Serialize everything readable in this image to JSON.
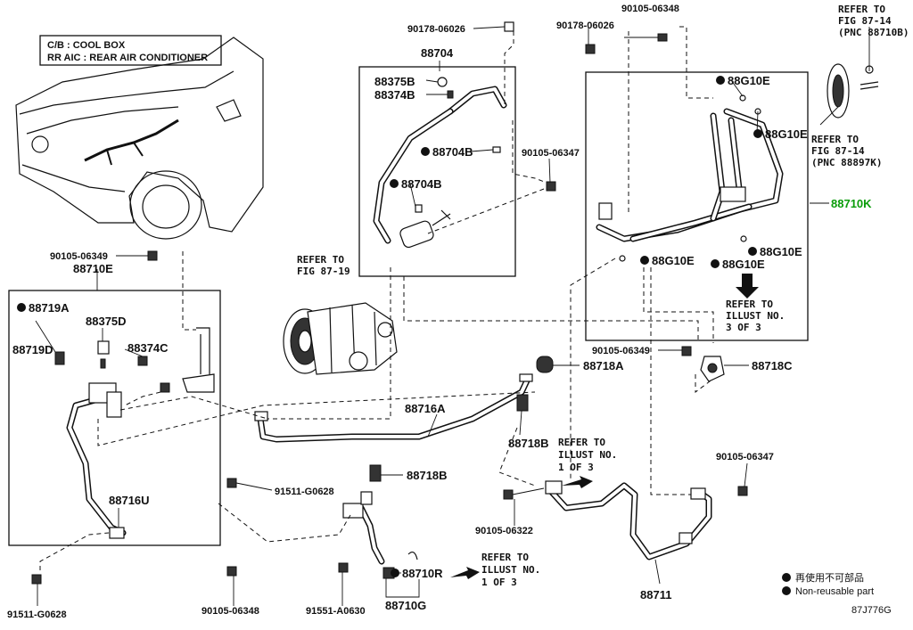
{
  "legend_box": {
    "line1": "C/B : COOL BOX",
    "line2": "RR AIC : REAR AIR CONDITIONER"
  },
  "labels": {
    "p90178_06026_a": "90178-06026",
    "p90178_06026_b": "90178-06026",
    "p90105_06348_top": "90105-06348",
    "p88704": "88704",
    "p88375B": "88375B",
    "p88374B": "88374B",
    "p88704B_a": "88704B",
    "p88704B_b": "88704B",
    "p90105_06347_a": "90105-06347",
    "p88G10E_1": "88G10E",
    "p88G10E_2": "88G10E",
    "p88G10E_3": "88G10E",
    "p88G10E_4": "88G10E",
    "p88G10E_5": "88G10E",
    "p88710K": "88710K",
    "p90105_06349_a": "90105-06349",
    "p88710E": "88710E",
    "p88719A": "88719A",
    "p88375D": "88375D",
    "p88719D": "88719D",
    "p88374C": "88374C",
    "p88716U": "88716U",
    "p88716A": "88716A",
    "p88718A": "88718A",
    "p90105_06349_b": "90105-06349",
    "p88718C": "88718C",
    "p88718B_a": "88718B",
    "p88718B_b": "88718B",
    "p91511_G0628_a": "91511-G0628",
    "p90105_06347_b": "90105-06347",
    "p90105_06322": "90105-06322",
    "p88710R": "88710R",
    "p88710G": "88710G",
    "p88711": "88711",
    "p91511_G0628_b": "91511-G0628",
    "p90105_06348_bot": "90105-06348",
    "p91551_A0630": "91551-A0630"
  },
  "refs": {
    "fig_87_14_a": [
      "REFER TO",
      "FIG 87-14",
      "(PNC 88710B)"
    ],
    "fig_87_14_b": [
      "REFER TO",
      "FIG 87-14",
      "(PNC 88897K)"
    ],
    "fig_87_19": [
      "REFER TO",
      "FIG 87-19"
    ],
    "illust_3of3": [
      "REFER TO",
      "ILLUST NO.",
      "3 OF 3"
    ],
    "illust_1of3_a": [
      "REFER TO",
      "ILLUST NO.",
      "1 OF 3"
    ],
    "illust_1of3_b": [
      "REFER TO",
      "ILLUST NO.",
      "1 OF 3"
    ]
  },
  "notes": {
    "jp": "再使用不可部品",
    "en": "Non-reusable part",
    "code": "87J776G"
  },
  "colors": {
    "highlight": "#0a9c0a",
    "ink": "#111111"
  }
}
